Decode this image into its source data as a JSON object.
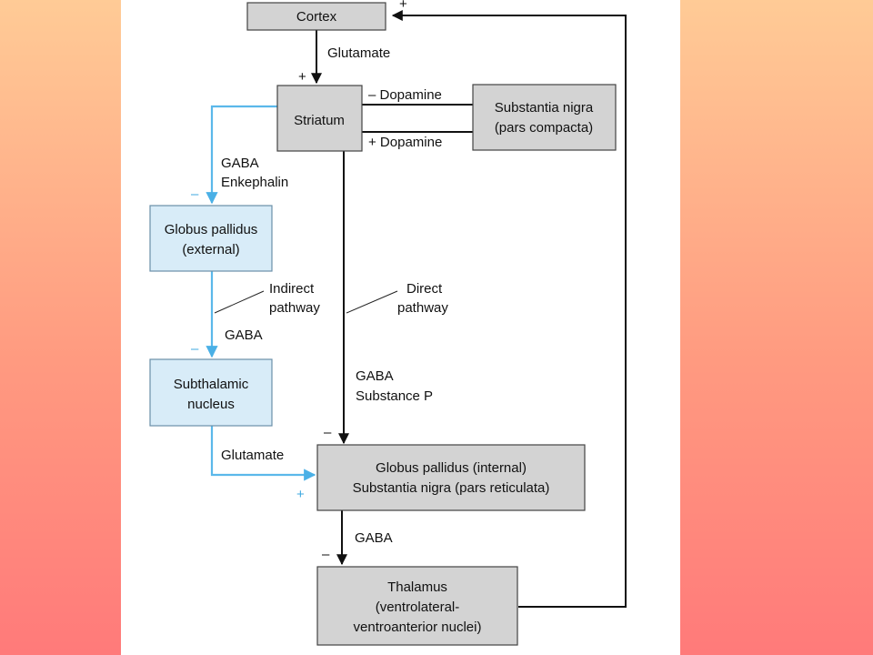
{
  "nodes": {
    "cortex": [
      "Cortex"
    ],
    "striatum": [
      "Striatum"
    ],
    "substantia_nigra_compacta": [
      "Substantia nigra",
      "(pars compacta)"
    ],
    "globus_pallidus_external": [
      "Globus pallidus",
      "(external)"
    ],
    "subthalamic_nucleus": [
      "Subthalamic",
      "nucleus"
    ],
    "gp_internal_snr": [
      "Globus pallidus (internal)",
      "Substantia nigra (pars reticulata)"
    ],
    "thalamus": [
      "Thalamus",
      "(ventrolateral-",
      "ventroanterior nuclei)"
    ]
  },
  "edge_labels": {
    "cortex_to_striatum": "Glutamate",
    "minus_dopamine": "– Dopamine",
    "plus_dopamine": "+ Dopamine",
    "striatum_to_gpe": [
      "GABA",
      "Enkephalin"
    ],
    "gpe_to_stn": "GABA",
    "stn_to_gpi": "Glutamate",
    "striatum_to_gpi": [
      "GABA",
      "Substance P"
    ],
    "gpi_to_thalamus": "GABA"
  },
  "pathways": {
    "indirect": [
      "Indirect",
      "pathway"
    ],
    "direct": [
      "Direct",
      "pathway"
    ]
  },
  "signs": {
    "thalamus_to_cortex": "+",
    "cortex_to_striatum": "+",
    "striatum_to_gpe": "–",
    "gpe_to_stn": "–",
    "stn_to_gpi": "+",
    "striatum_to_gpi": "–",
    "gpi_to_thalamus": "–"
  },
  "colors": {
    "gray_box": "#D3D3D3",
    "blue_box": "#D8ECF8",
    "indirect_line": "#5BB8EA",
    "direct_line": "#111111"
  }
}
